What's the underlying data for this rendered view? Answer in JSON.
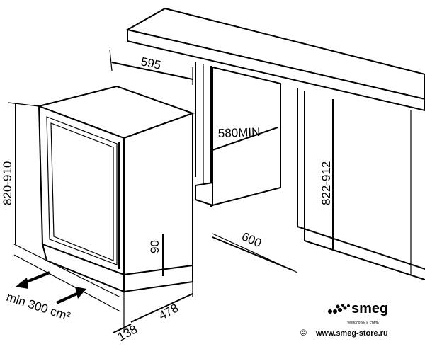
{
  "dimensions": {
    "width": "595",
    "depth_min": "580MIN",
    "height_range": "820-910",
    "cabinet_height": "822-912",
    "plinth_height": "90",
    "gap_depth": "600",
    "ventilation": "min 300 cm²",
    "appliance_depth": "478",
    "plinth_offset": "138"
  },
  "brand": {
    "logo": "smeg",
    "tagline": "технологии и стиль",
    "copyright": "©",
    "website": "www.smeg-store.ru"
  }
}
